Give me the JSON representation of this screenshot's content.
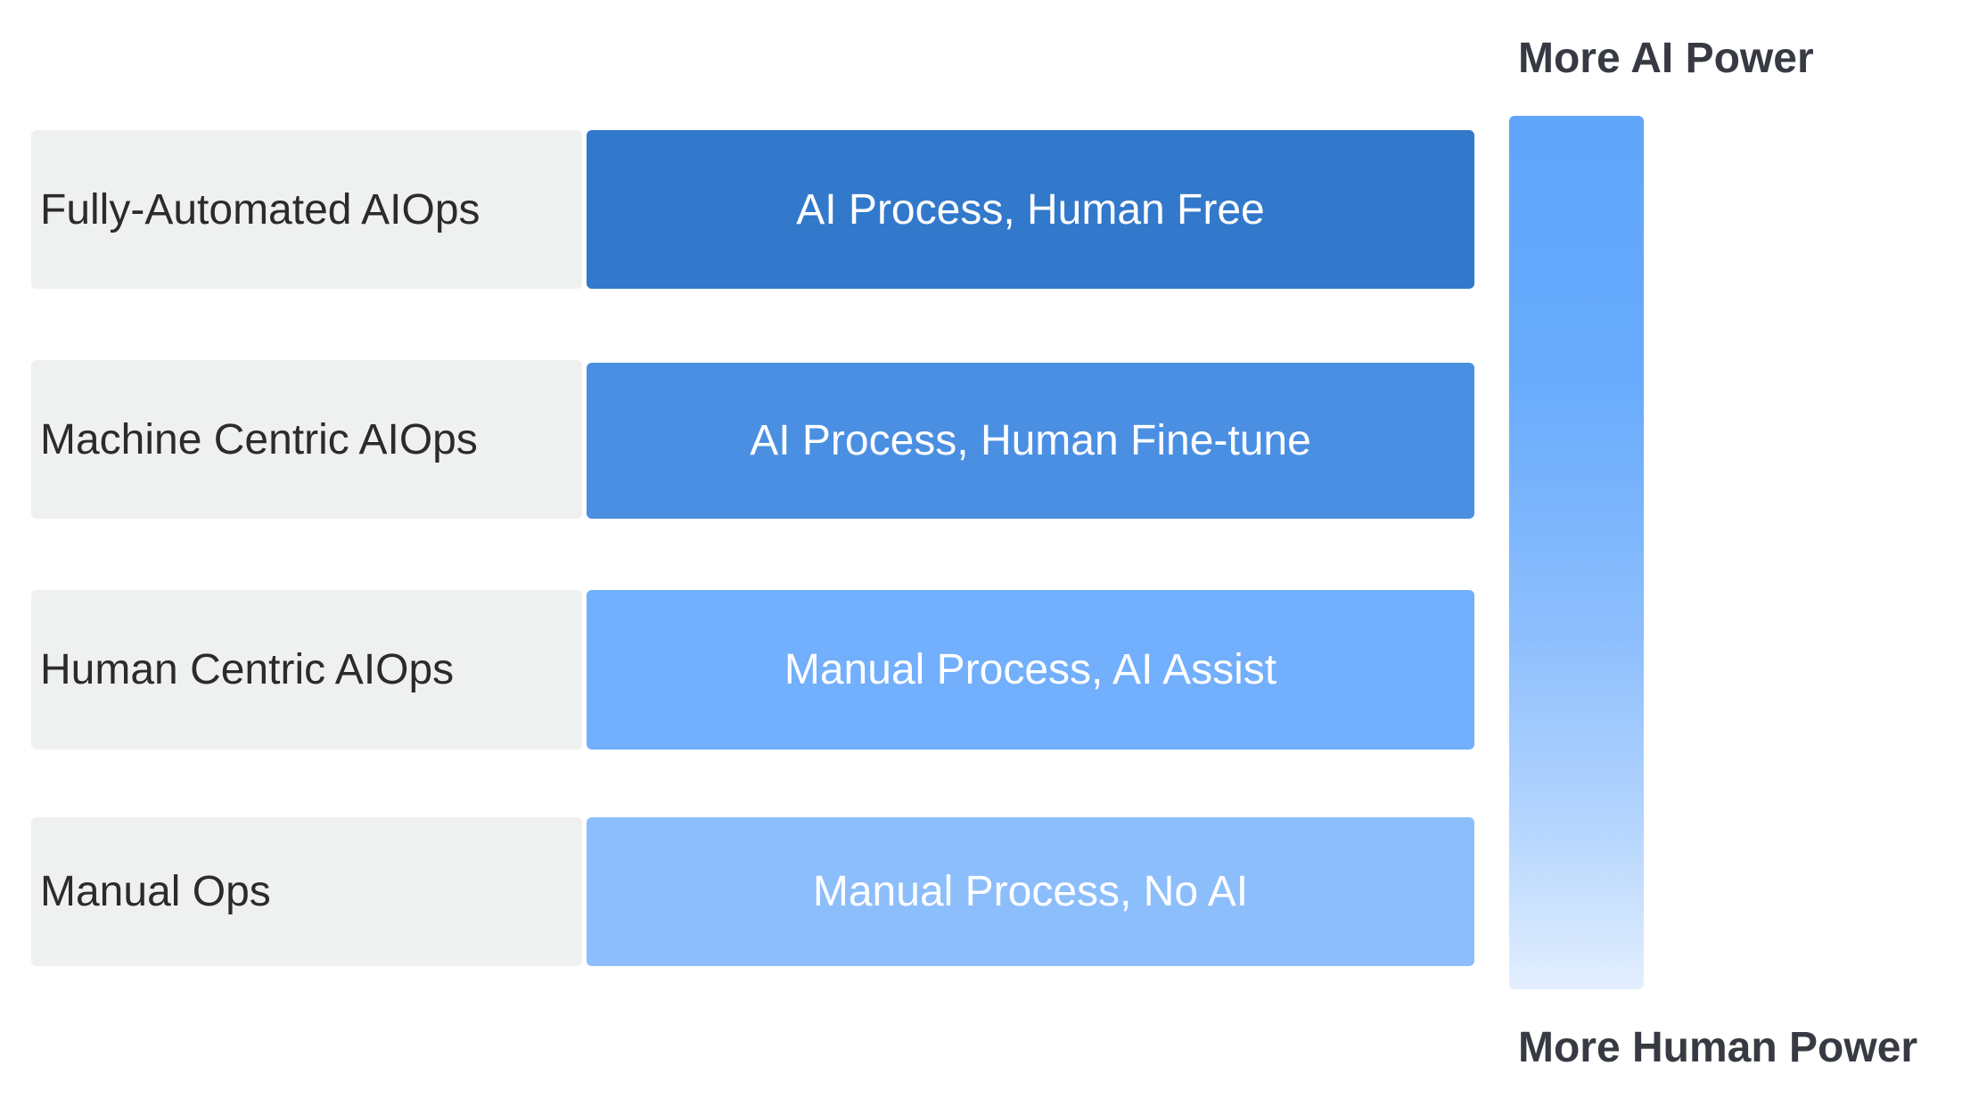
{
  "levels": [
    {
      "name": "Fully-Automated AIOps",
      "description": "AI Process, Human Free",
      "color": "#3279cb"
    },
    {
      "name": "Machine Centric AIOps",
      "description": "AI Process, Human Fine-tune",
      "color": "#4a8fe2"
    },
    {
      "name": "Human Centric AIOps",
      "description": "Manual Process, AI Assist",
      "color": "#72affc"
    },
    {
      "name": "Manual Ops",
      "description": "Manual Process, No AI",
      "color": "#8dbefc"
    }
  ],
  "scale": {
    "top_label": "More AI Power",
    "bottom_label": "More Human Power",
    "gradient_top_color": "#5fa6fb",
    "gradient_bottom_color": "#e3efff"
  }
}
